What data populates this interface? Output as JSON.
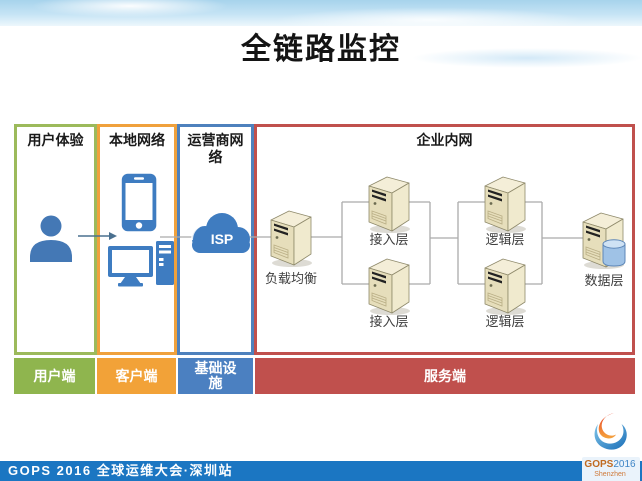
{
  "title": "全链路监控",
  "columns": [
    {
      "header": "用户体验",
      "band": "用户端",
      "band_color": "#8fb54e",
      "border_color": "#9cba5b"
    },
    {
      "header": "本地网络",
      "band": "客户端",
      "band_color": "#f2a238",
      "border_color": "#f0a13c"
    },
    {
      "header": "运营商网络",
      "band": "基础设施",
      "band_color": "#4b80c1",
      "border_color": "#4e81bd"
    },
    {
      "header": "企业内网",
      "band": "服务端",
      "band_color": "#c0504d",
      "border_color": "#c0504d"
    }
  ],
  "diagram": {
    "isp_label": "ISP",
    "servers": {
      "load_balancer": "负载均衡",
      "access_top": "接入层",
      "access_bottom": "接入层",
      "logic_top": "逻辑层",
      "logic_bottom": "逻辑层",
      "data": "数据层"
    },
    "icons": {
      "user": "person-icon",
      "phone": "smartphone-icon",
      "computer": "desktop-computer-icon",
      "cloud": "isp-cloud-icon",
      "server": "server-tower-icon",
      "database": "database-cylinder-icon"
    },
    "icon_color": "#3f7cc0",
    "connector_color": "#ababab"
  },
  "footer": {
    "text": "GOPS 2016 全球运维大会·深圳站",
    "bar_color": "#1b76c2",
    "logo": {
      "name": "GOPS",
      "year": "2016",
      "city": "Shenzhen"
    }
  }
}
